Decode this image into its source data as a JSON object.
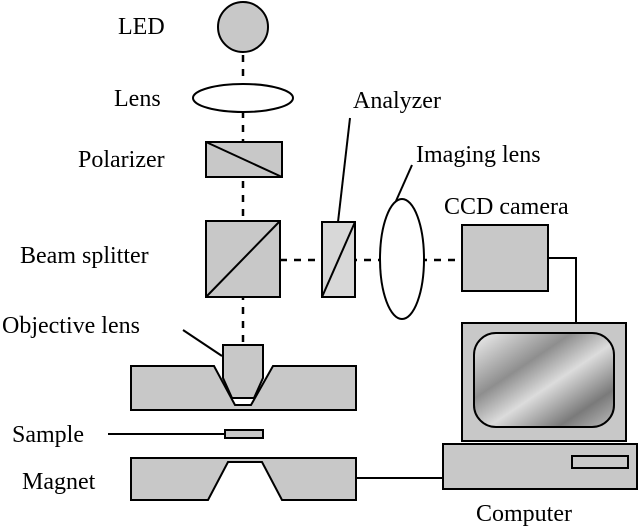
{
  "labels": {
    "led": "LED",
    "lens": "Lens",
    "polarizer": "Polarizer",
    "beam_splitter": "Beam splitter",
    "objective_lens": "Objective lens",
    "sample": "Sample",
    "magnet": "Magnet",
    "analyzer": "Analyzer",
    "imaging_lens": "Imaging lens",
    "ccd_camera": "CCD camera",
    "computer": "Computer"
  },
  "colors": {
    "component_fill": "#c8c8c8",
    "light_fill": "#d8d8d8",
    "stroke": "#000000",
    "background": "#ffffff"
  }
}
